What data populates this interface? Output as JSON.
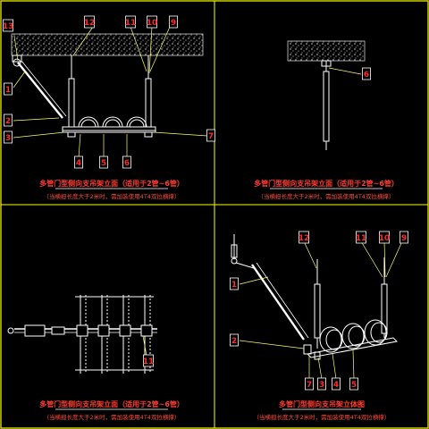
{
  "colors": {
    "background": "#000000",
    "frame": "#ffff00",
    "linework": "#ffffff",
    "slab": "#d9d9d9",
    "leader": "#ffff66",
    "tag_text": "#ff2a2a",
    "title_text": "#ff3b2f",
    "title_underline": "#ffffff"
  },
  "panels": {
    "top_left": {
      "title": "多管门型侧向支吊架立面（适用于2管~6管）",
      "note": "（当横担长度大于2米时，需加装使用4T4双拉横撑）",
      "tags": [
        "13",
        "12",
        "11",
        "10",
        "9",
        "1",
        "2",
        "3",
        "4",
        "5",
        "6",
        "7"
      ]
    },
    "top_right": {
      "title": "多管门型侧向支吊架立面（适用于2管~6管）",
      "note": "（当横担长度大于2米时，需加装使用4T4双拉横撑）",
      "tags": [
        "6"
      ]
    },
    "bottom_left": {
      "title": "多管门型侧向支吊架立面（适用于2管~6管）",
      "note": "（当横担长度大于2米时，需加装使用4T4双拉横撑）",
      "tags": [
        "11"
      ]
    },
    "bottom_right": {
      "title": "多管门型侧向支吊架立体图",
      "note": "（当横担长度大于2米时，需加装使用4T4双拉横撑）",
      "tags": [
        "12",
        "11",
        "10",
        "9",
        "1",
        "2",
        "7",
        "3",
        "4",
        "5"
      ]
    }
  }
}
